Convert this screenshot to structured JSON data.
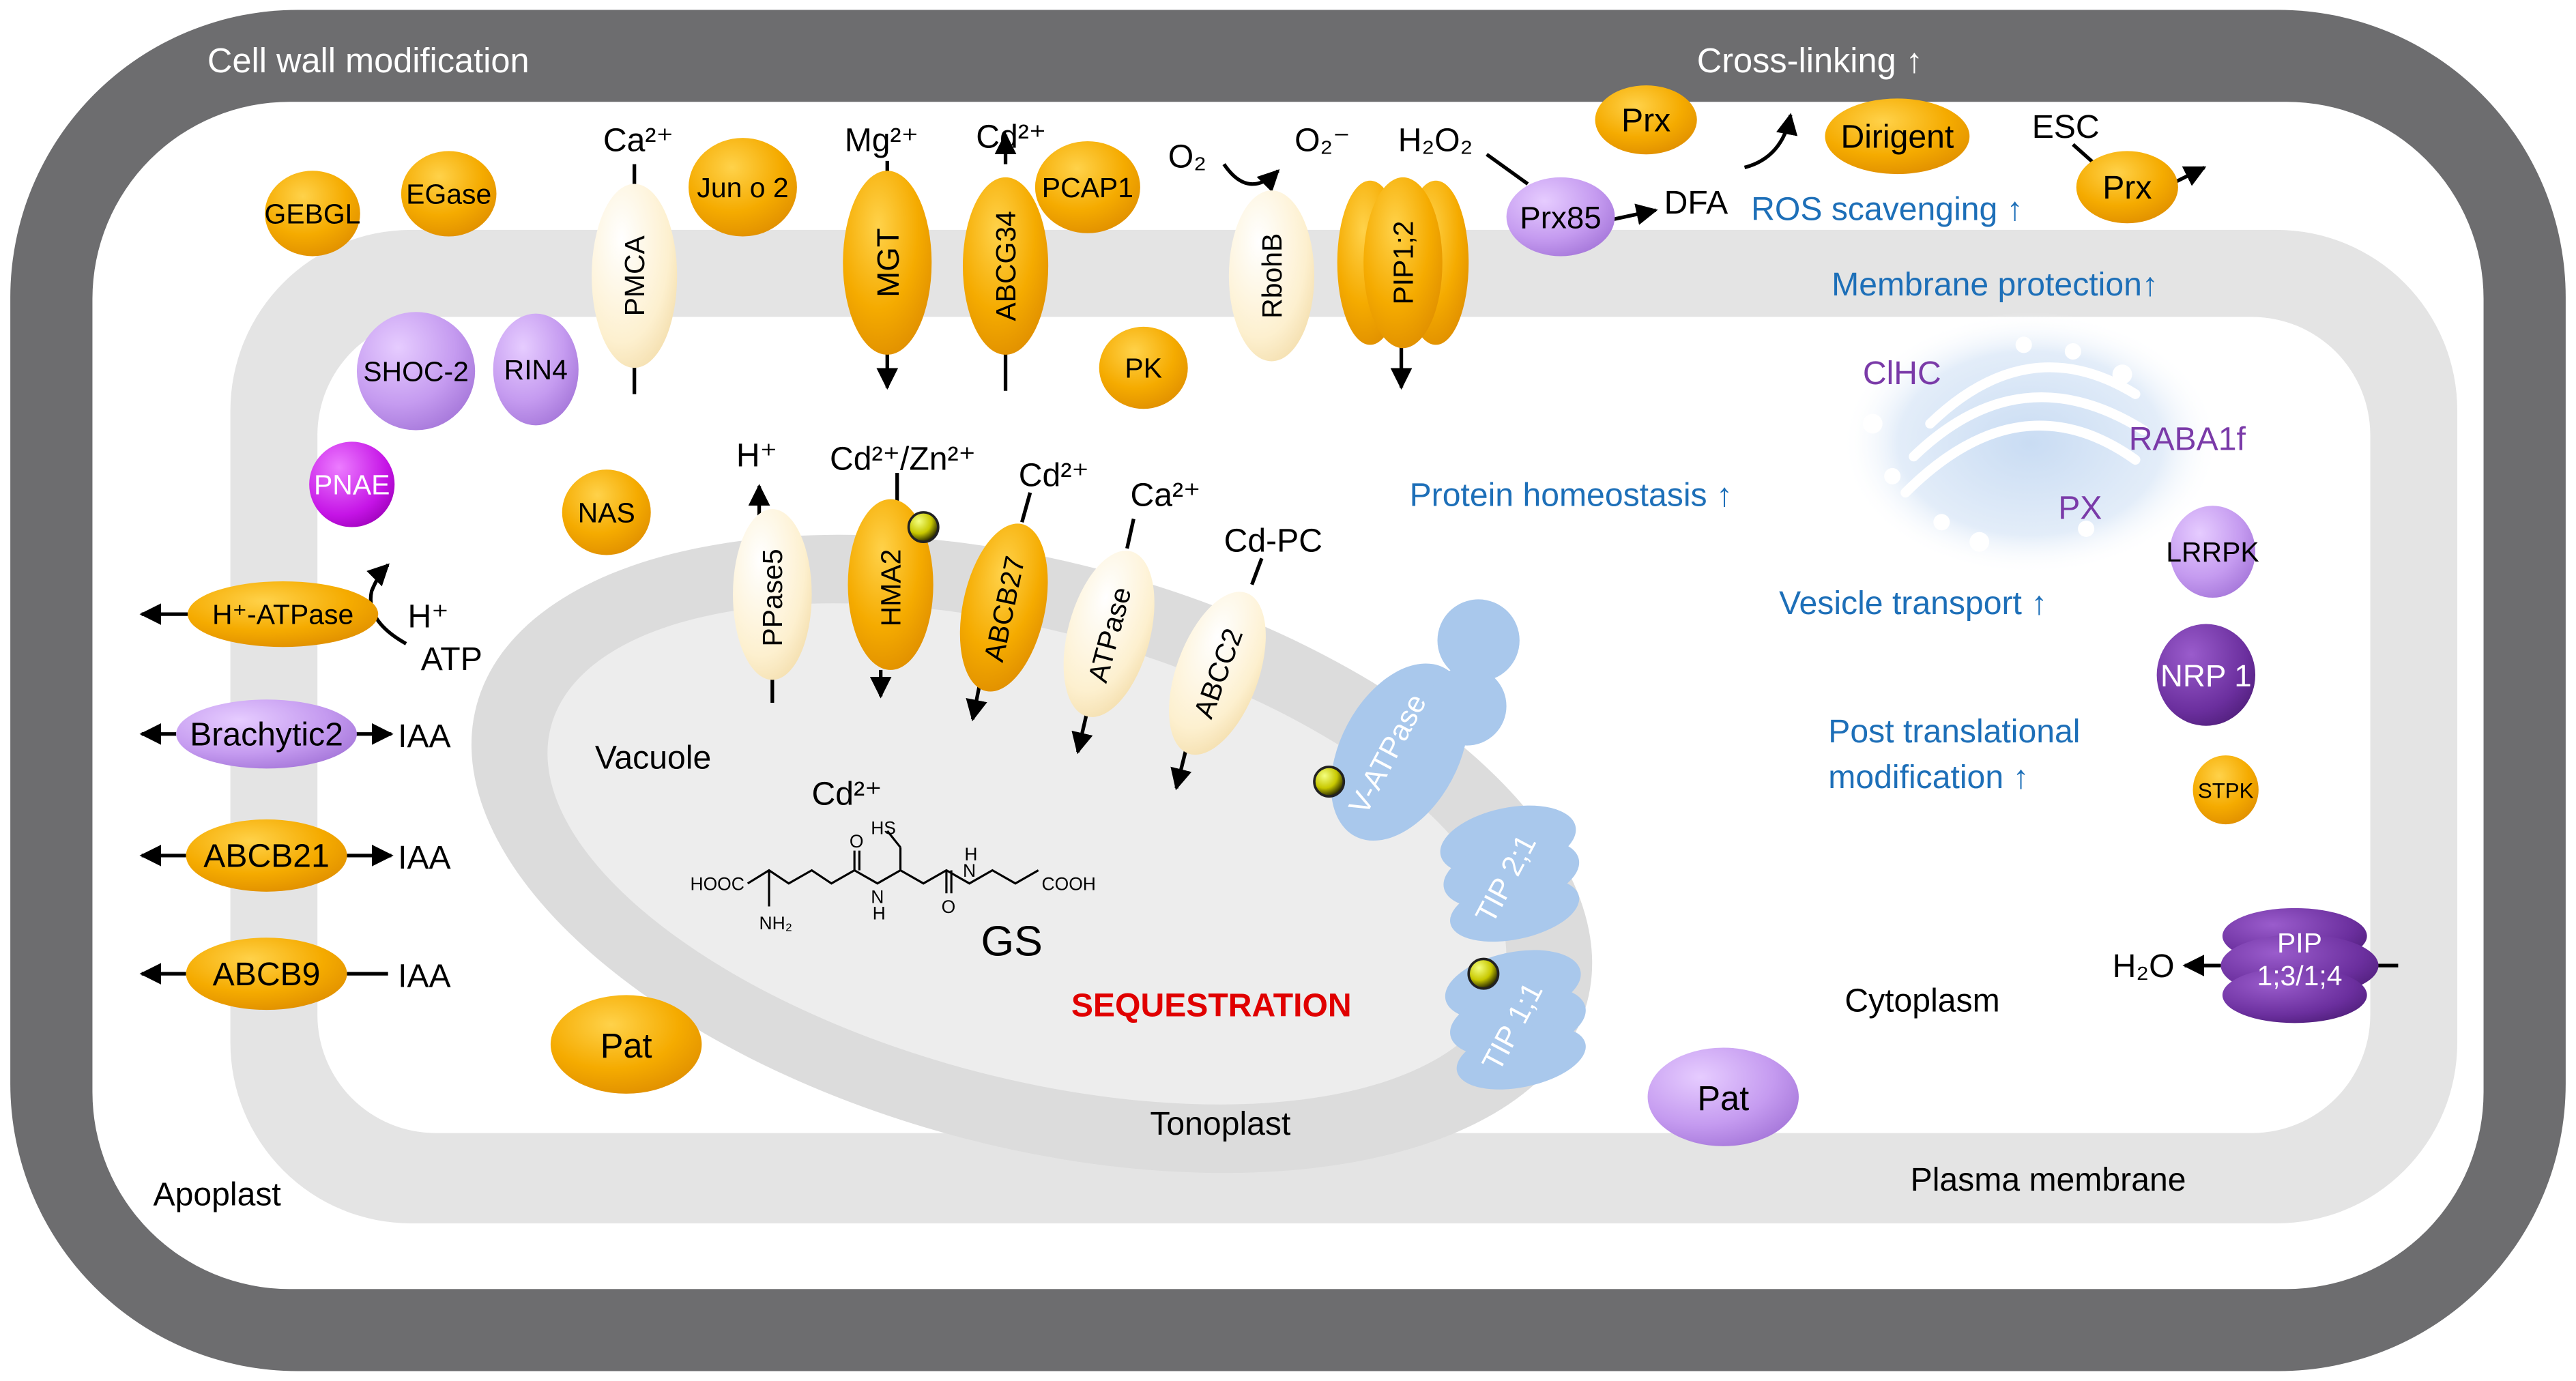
{
  "colors": {
    "wall": "#6d6d6f",
    "membrane": "#e4e4e4",
    "vacuole": "#ededed",
    "orange": "#f2a900",
    "cream": "#fdf1d3",
    "lilac": "#c79cf0",
    "purple": "#6e2fa0",
    "magenta": "#c311e6",
    "blue": "#a9c8ec",
    "textBlue": "#1d6fb8",
    "textPurple": "#7a3aa8",
    "red": "#e00000"
  },
  "labels": {
    "cell_wall_mod": "Cell wall modification",
    "cross_linking": "Cross-linking ↑",
    "ros_scavenging": "ROS scavenging ↑",
    "membrane_protection": "Membrane protection↑",
    "protein_homeostasis": "Protein homeostasis ↑",
    "vesicle_transport": "Vesicle transport  ↑",
    "ptm_line1": "Post translational",
    "ptm_line2": "modification ↑",
    "apoplast": "Apoplast",
    "plasma_membrane": "Plasma membrane",
    "cytoplasm": "Cytoplasm",
    "tonoplast": "Tonoplast",
    "vacuole": "Vacuole",
    "cd_vacuole": "Cd²⁺",
    "gs": "GS",
    "sequestration": "SEQUESTRATION",
    "clhc": "ClHC",
    "raba1f": "RABA1f",
    "px": "PX",
    "dfa": "DFA",
    "esc": "ESC",
    "h2o_out": "H₂O",
    "iaa1": "IAA",
    "iaa2": "IAA",
    "iaa3": "IAA",
    "h_plus_apo": "H⁺",
    "atp": "ATP",
    "ca_pm": "Ca²⁺",
    "mg": "Mg²⁺",
    "cd_pm": "Cd²⁺",
    "o2": "O₂",
    "o2_minus": "O₂⁻",
    "h2o2": "H₂O₂",
    "h_plus_ton": "H⁺",
    "cd_zn": "Cd²⁺/Zn²⁺",
    "cd_ton": "Cd²⁺",
    "ca_ton": "Ca²⁺",
    "cd_pc": "Cd-PC",
    "hooc": "HOOC",
    "cooh": "COOH",
    "nh2": "NH₂",
    "hs": "HS",
    "nh_a": "H",
    "nh_b": "H",
    "n_a": "N",
    "n_b": "N",
    "o_a": "O",
    "o_b": "O"
  },
  "proteins": {
    "gebgl": "GEBGL",
    "egase": "EGase",
    "juno2": "Jun o 2",
    "pcap1": "PCAP1",
    "prx_top": "Prx",
    "dirigent": "Dirigent",
    "prx_right": "Prx",
    "prx85": "Prx85",
    "pk": "PK",
    "pmca": "PMCA",
    "mgt": "MGT",
    "abcg34": "ABCG34",
    "rbohb": "RbohB",
    "pip12": "PIP1;2",
    "shoc2": "SHOC-2",
    "rin4": "RIN4",
    "pnae": "PNAE",
    "nas": "NAS",
    "h_atpase": "H⁺-ATPase",
    "brachytic2": "Brachytic2",
    "abcb21": "ABCB21",
    "abcb9": "ABCB9",
    "pat_left": "Pat",
    "pat_right": "Pat",
    "ppase5": "PPase5",
    "hma2": "HMA2",
    "abcb27": "ABCB27",
    "atpase": "ATPase",
    "abcc2": "ABCC2",
    "v_atpase": "V-ATPase",
    "tip21": "TIP 2;1",
    "tip11": "TIP 1;1",
    "lrrpk": "LRRPK",
    "nrp1": "NRP 1",
    "stpk": "STPK",
    "pip_line1": "PIP",
    "pip_line2": "1;3/1;4"
  }
}
